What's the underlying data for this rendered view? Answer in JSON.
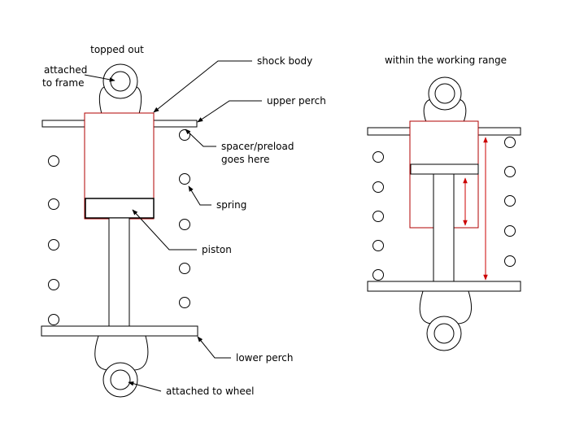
{
  "left_title": "topped out",
  "right_title": "within the working range",
  "labels": {
    "attached_frame_1": "attached",
    "attached_frame_2": "to frame",
    "shock_body": "shock body",
    "upper_perch": "upper perch",
    "spacer_1": "spacer/preload",
    "spacer_2": "goes here",
    "spring": "spring",
    "piston": "piston",
    "lower_perch": "lower perch",
    "attached_wheel": "attached to wheel"
  },
  "colors": {
    "outline": "#000000",
    "shock_body": "#b00000",
    "measure_arrows": "#cc0000"
  }
}
